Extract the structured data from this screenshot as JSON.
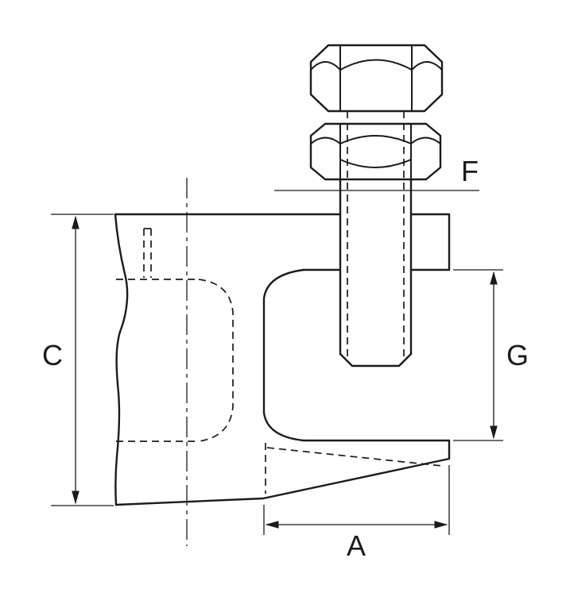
{
  "page": {
    "background": "#ffffff"
  },
  "drawing": {
    "type": "technical-diagram",
    "subject": "beam clamp with threaded rod, hex bolt head and hex nut",
    "line_color": "#1b1b1b",
    "labels": {
      "c": "C",
      "f": "F",
      "g": "G",
      "a": "A"
    }
  }
}
